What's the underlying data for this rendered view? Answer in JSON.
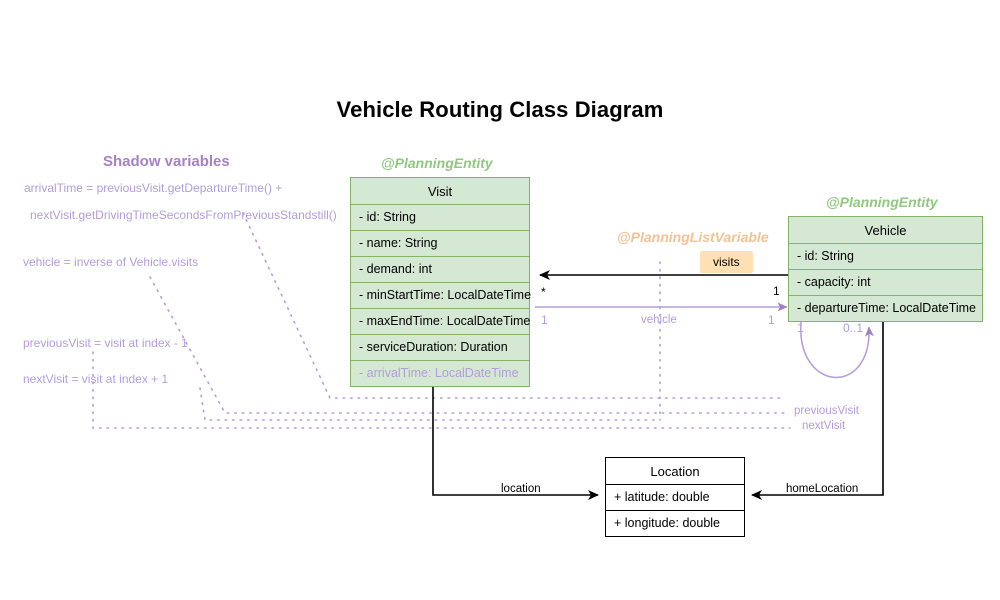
{
  "diagram": {
    "title": "Vehicle Routing Class Diagram",
    "type": "uml-class-diagram"
  },
  "colors": {
    "entity_fill": "#d5e8d4",
    "entity_border": "#82b366",
    "stereotype_green": "#8fc97f",
    "stereotype_orange": "#f3c294",
    "shadow_purple": "#b39ddb",
    "shadow_heading": "#a781c4",
    "list_variable_chip": "#ffe0b3",
    "plain_border": "#000000"
  },
  "classes": {
    "visit": {
      "stereotype": "@PlanningEntity",
      "name": "Visit",
      "attributes": [
        {
          "text": "- id: String",
          "shadow": false
        },
        {
          "text": "- name: String",
          "shadow": false
        },
        {
          "text": "- demand: int",
          "shadow": false
        },
        {
          "text": "- minStartTime: LocalDateTime",
          "shadow": false
        },
        {
          "text": "- maxEndTime: LocalDateTime",
          "shadow": false
        },
        {
          "text": "- serviceDuration: Duration",
          "shadow": false
        },
        {
          "text": "- arrivalTime: LocalDateTime",
          "shadow": true
        }
      ]
    },
    "vehicle": {
      "stereotype": "@PlanningEntity",
      "name": "Vehicle",
      "attributes": [
        {
          "text": "- id: String",
          "shadow": false
        },
        {
          "text": "- capacity: int",
          "shadow": false
        },
        {
          "text": "- departureTime: LocalDateTime",
          "shadow": false
        }
      ]
    },
    "location": {
      "stereotype": "",
      "name": "Location",
      "attributes": [
        {
          "text": "+ latitude: double",
          "shadow": false
        },
        {
          "text": "+ longitude: double",
          "shadow": false
        }
      ]
    }
  },
  "shadow_panel": {
    "heading": "Shadow variables",
    "entries": [
      "arrivalTime = previousVisit.getDepartureTime() +",
      "nextVisit.getDrivingTimeSecondsFromPreviousStandstill()",
      "vehicle = inverse of Vehicle.visits",
      "previousVisit = visit at index - 1",
      "nextVisit = visit at index + 1"
    ]
  },
  "relationships": {
    "visits": {
      "stereotype": "@PlanningListVariable",
      "label": "visits",
      "source_multiplicity": "1",
      "target_multiplicity": "*"
    },
    "vehicle": {
      "label": "vehicle",
      "source_multiplicity": "1",
      "target_multiplicity": "1"
    },
    "self_loop": {
      "source_multiplicity": "1",
      "target_multiplicity": "0..1"
    },
    "previous_visit": {
      "label": "previousVisit"
    },
    "next_visit": {
      "label": "nextVisit"
    },
    "location": {
      "label": "location"
    },
    "home_location": {
      "label": "homeLocation"
    }
  }
}
